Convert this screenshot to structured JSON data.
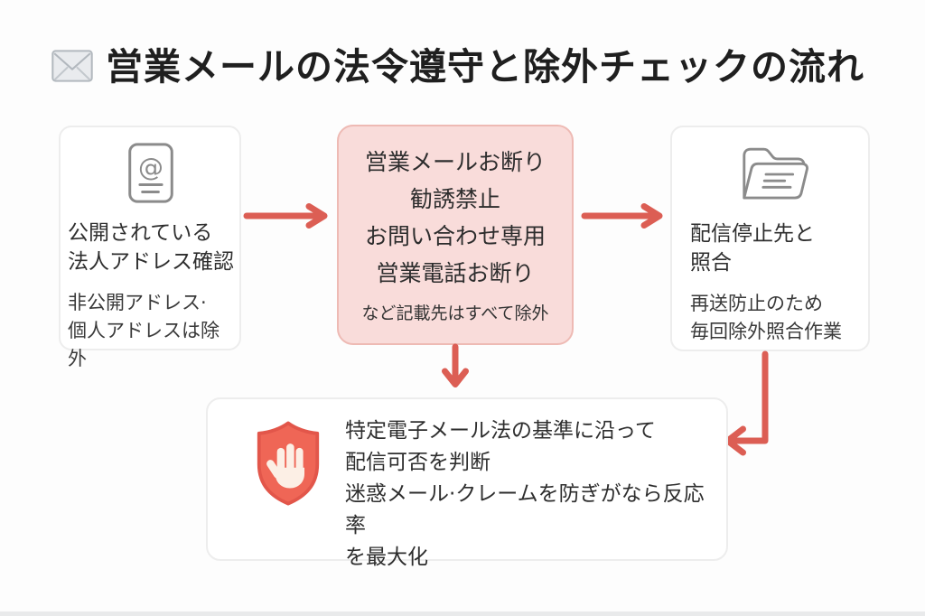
{
  "page": {
    "title": "営業メールの法令遵守と除外チェックの流れ",
    "title_icon": "envelope-icon"
  },
  "steps": {
    "step1": {
      "icon": "address-card-icon",
      "main_lines": [
        "公開されている",
        "法人アドレス確認"
      ],
      "sub_lines": [
        "非公開アドレス·",
        "個人アドレスは除外"
      ]
    },
    "step2": {
      "lines": [
        "営業メールお断り",
        "勧誘禁止",
        "お問い合わせ専用",
        "営業電話お断り"
      ],
      "note": "など記載先はすべて除外"
    },
    "step3": {
      "icon": "folder-icon",
      "main_lines": [
        "配信停止先と",
        "照合"
      ],
      "sub_lines": [
        "再送防止のため",
        "毎回除外照合作業"
      ]
    },
    "result": {
      "icon": "shield-hand-icon",
      "lines": [
        "特定電子メール法の基準に沿って",
        "配信可否を判断",
        "迷惑メール·クレームを防ぎがなら反応率",
        "を最大化"
      ]
    }
  },
  "colors": {
    "arrow": "#dc5e54",
    "highlight_bg": "#f9dcda",
    "highlight_border": "#eebab4",
    "box_border": "#ededed",
    "shield_fill": "#ef6656",
    "shield_stroke": "#e2564a",
    "hand_fill": "#fcefe5",
    "icon_gray": "#8b8b8b",
    "title_text": "#1f1f1f",
    "body_text": "#303030"
  }
}
